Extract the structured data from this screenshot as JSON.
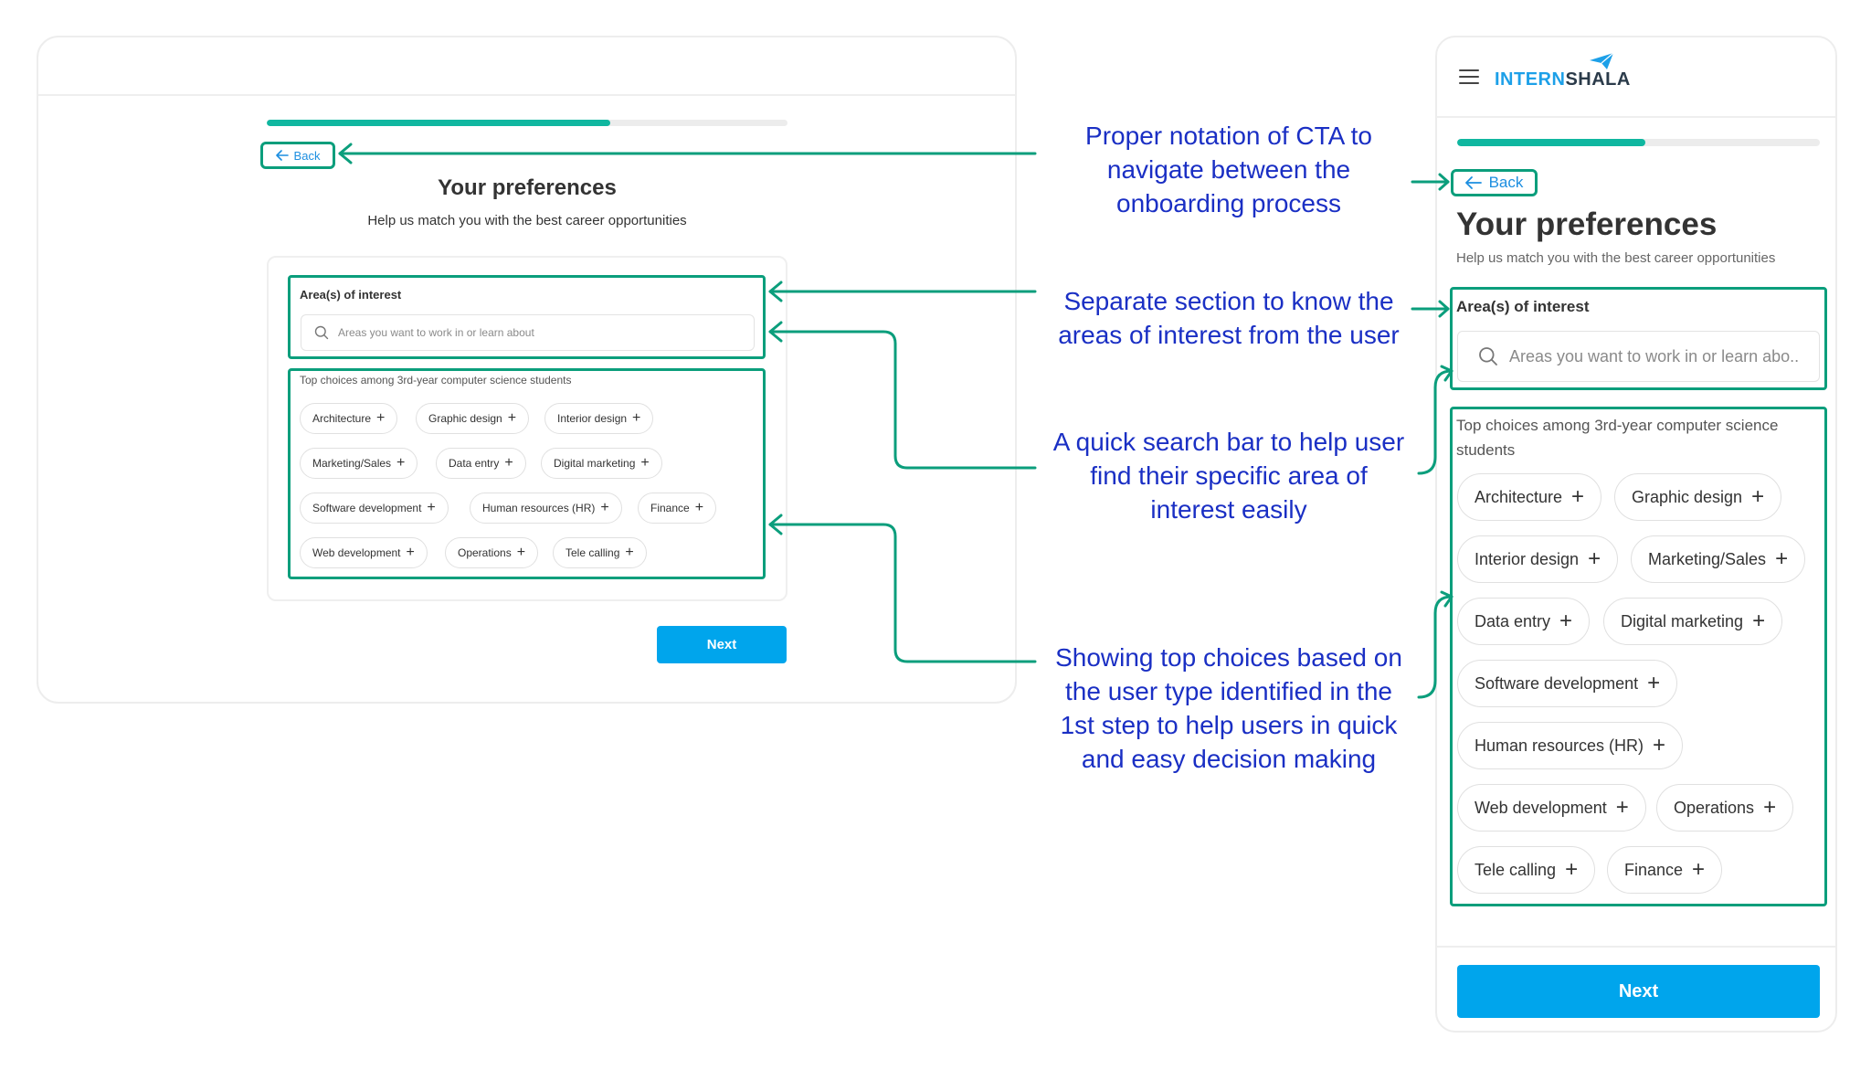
{
  "desktop": {
    "progress_fraction": 0.66,
    "back_label": "Back",
    "title": "Your preferences",
    "subtitle": "Help us match you with the best career opportunities",
    "interest_label": "Area(s) of interest",
    "search_placeholder": "Areas you want to work in or learn about",
    "choices_label": "Top choices among 3rd-year computer science students",
    "chips": [
      "Architecture",
      "Graphic design",
      "Interior design",
      "Marketing/Sales",
      "Data entry",
      "Digital marketing",
      "Software development",
      "Human resources (HR)",
      "Finance",
      "Web development",
      "Operations",
      "Tele calling"
    ],
    "next_label": "Next"
  },
  "mobile": {
    "logo_part1": "INTERN",
    "logo_part2": "SHALA",
    "progress_fraction": 0.52,
    "back_label": "Back",
    "title": "Your preferences",
    "subtitle": "Help us match you with the best career opportunities",
    "interest_label": "Area(s) of interest",
    "search_placeholder": "Areas you want to work in or learn abo..",
    "choices_label": "Top choices among 3rd-year computer science students",
    "chips": [
      "Architecture",
      "Graphic design",
      "Interior design",
      "Marketing/Sales",
      "Data entry",
      "Digital marketing",
      "Software development",
      "Human resources (HR)",
      "Web development",
      "Operations",
      "Tele calling",
      "Finance"
    ],
    "next_label": "Next"
  },
  "annotations": {
    "cta": [
      "Proper notation of CTA to",
      "navigate between the",
      "onboarding process"
    ],
    "section": [
      "Separate section to know the",
      "areas of interest from the user"
    ],
    "search": [
      "A quick search bar to help user",
      "find their specific area of",
      "interest easily"
    ],
    "choices": [
      "Showing top choices based on",
      "the user type identified in the",
      "1st step to help users in quick",
      "and easy decision making"
    ]
  },
  "colors": {
    "accent_teal": "#0b9e7c",
    "progress_teal": "#10b7a0",
    "primary_blue": "#00a5ec",
    "annotation_blue": "#1a2fc4"
  }
}
